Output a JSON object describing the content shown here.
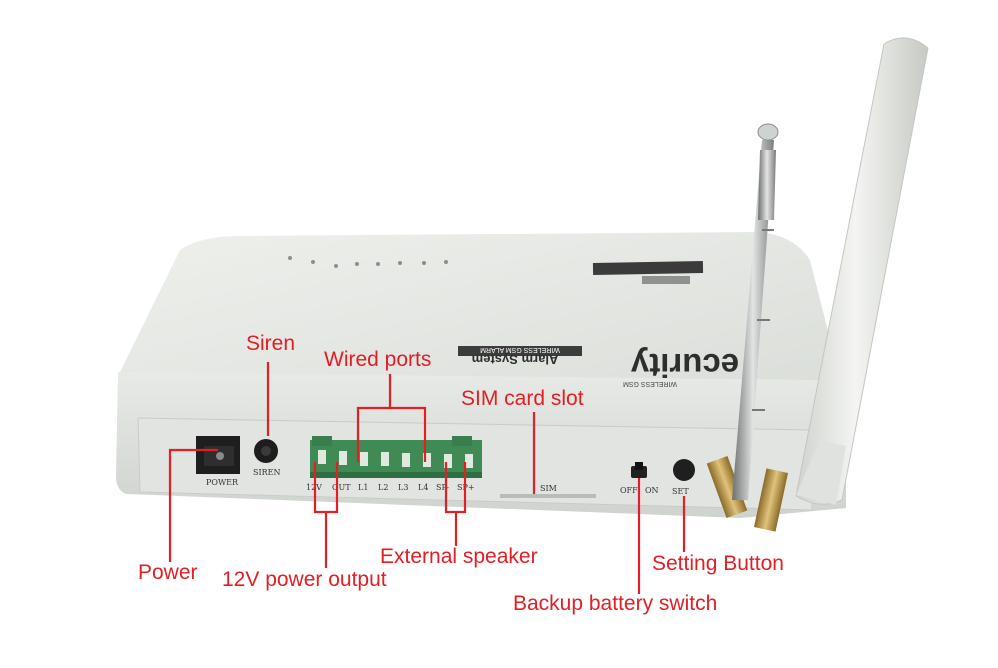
{
  "device": {
    "brand_text": "ecurity",
    "model_text": "Alarm System",
    "tag_text": "WIRELESS GSM ALARM",
    "sub_tag_text": "WIRELESS GSM",
    "port_labels": {
      "power": "POWER",
      "siren": "SIREN",
      "v12": "12V",
      "out": "OUT",
      "l1": "L1",
      "l2": "L2",
      "l3": "L3",
      "l4": "L4",
      "sp_minus": "SP-",
      "sp_plus": "SP+",
      "sim": "SIM",
      "off": "OFF",
      "on": "ON",
      "set": "SET"
    }
  },
  "callouts": {
    "siren": "Siren",
    "wired_ports": "Wired ports",
    "sim_slot": "SIM card slot",
    "power": "Power",
    "power_output": "12V power output",
    "external_speaker": "External speaker",
    "setting_button": "Setting Button",
    "backup_switch": "Backup battery switch"
  },
  "colors": {
    "callout": "#e31e24",
    "device_body": "#e4e7e3",
    "antenna": "#e9ebe7",
    "terminal": "#3f8a55"
  }
}
